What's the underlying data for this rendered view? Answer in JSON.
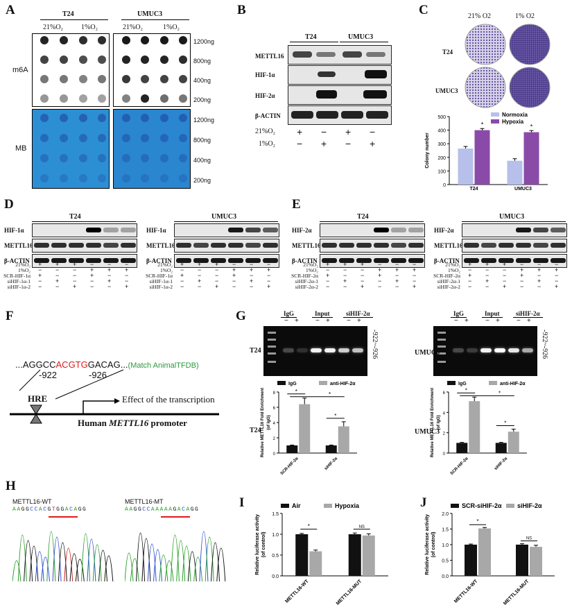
{
  "panels": {
    "A": {
      "letter": "A",
      "group_labels": [
        "T24",
        "UMUC3"
      ],
      "condition_labels": [
        "21%O₂",
        "1%O₂",
        "21%O₂",
        "1%O₂"
      ],
      "row_labels": [
        "m6A",
        "MB"
      ],
      "amounts": [
        "1200ng",
        "800ng",
        "400ng",
        "200ng"
      ]
    },
    "B": {
      "letter": "B",
      "group_labels": [
        "T24",
        "UMUC3"
      ],
      "proteins": [
        "METTL16",
        "HIF-1α",
        "HIF-2α",
        "β-ACTIN"
      ],
      "treat_labels": [
        "21%O₂",
        "1%O₂"
      ],
      "treat_signs": [
        [
          "+",
          "−",
          "+",
          "−"
        ],
        [
          "−",
          "+",
          "−",
          "+"
        ]
      ]
    },
    "C": {
      "letter": "C",
      "col_labels": [
        "21% O2",
        "1% O2"
      ],
      "row_labels": [
        "T24",
        "UMUC3"
      ],
      "chart_data": {
        "type": "bar",
        "categories": [
          "T24",
          "UMUC3"
        ],
        "series": [
          {
            "name": "Normoxia",
            "values": [
              265,
              175
            ],
            "errors": [
              15,
              15
            ],
            "color": "#b7c0ea"
          },
          {
            "name": "Hypoxia",
            "values": [
              400,
              385
            ],
            "errors": [
              12,
              12
            ],
            "color": "#8a4ba8"
          }
        ],
        "ylabel": "Colony number",
        "ylim": [
          0,
          500
        ],
        "yticks": [
          "0",
          "100",
          "200",
          "300",
          "400",
          "500"
        ],
        "annotations": [
          "*",
          "*"
        ]
      }
    },
    "D": {
      "letter": "D",
      "blots": [
        {
          "title": "T24",
          "proteins": [
            "HIF-1α",
            "METTL16",
            "β-ACTIN"
          ]
        },
        {
          "title": "UMUC3",
          "proteins": [
            "HIF-1α",
            "METTL16",
            "β-ACTIN"
          ]
        }
      ],
      "treat_labels": [
        "21%O₂",
        "1%O₂",
        "SCR-HIF-1α",
        "siHIF-1α-1",
        "siHIF-1α-2"
      ],
      "treat_signs": [
        [
          "+",
          "+",
          "+",
          "−",
          "−",
          "−"
        ],
        [
          "−",
          "−",
          "−",
          "+",
          "+",
          "+"
        ],
        [
          "+",
          "−",
          "−",
          "+",
          "−",
          "−"
        ],
        [
          "−",
          "+",
          "−",
          "−",
          "+",
          "−"
        ],
        [
          "−",
          "−",
          "+",
          "−",
          "−",
          "+"
        ]
      ]
    },
    "E": {
      "letter": "E",
      "blots": [
        {
          "title": "T24",
          "proteins": [
            "HIF-2α",
            "METTL16",
            "β-ACTIN"
          ]
        },
        {
          "title": "UMUC3",
          "proteins": [
            "HIF-2α",
            "METTL16",
            "β-ACTIN"
          ]
        }
      ],
      "treat_labels": [
        "21%O₂",
        "1%O₂",
        "SCR-HIF-2α",
        "siHIF-2α-1",
        "siHIF-2α-2"
      ],
      "treat_signs": [
        [
          "+",
          "+",
          "+",
          "−",
          "−",
          "−"
        ],
        [
          "−",
          "−",
          "−",
          "+",
          "+",
          "+"
        ],
        [
          "+",
          "−",
          "−",
          "+",
          "−",
          "−"
        ],
        [
          "−",
          "+",
          "−",
          "−",
          "+",
          "−"
        ],
        [
          "−",
          "−",
          "+",
          "−",
          "−",
          "+"
        ]
      ]
    },
    "F": {
      "letter": "F",
      "seq_prefix": "...AGGCC",
      "seq_core": "ACGTG",
      "seq_suffix": "GACAG...",
      "seq_note": "(Match AnimalTFDB)",
      "pos_left": "-922",
      "pos_right": "-926",
      "hre": "HRE",
      "effect": "Effect of the transcription",
      "promoter_prefix": "Human ",
      "promoter_gene": "METTL16",
      "promoter_suffix": " promoter"
    },
    "G": {
      "letter": "G",
      "lane_labels": [
        "IgG",
        "Input",
        "siHIF-2α"
      ],
      "lane_signs": [
        "−",
        "+",
        "−",
        "+"
      ],
      "gel_side": "-922~-926",
      "cells": [
        "T24",
        "UMUC3"
      ],
      "chart_data": [
        {
          "type": "bar",
          "cell": "T24",
          "categories": [
            "SCR-HIF-2α",
            "siHIF-2α"
          ],
          "series": [
            {
              "name": "IgG",
              "values": [
                1.0,
                1.0
              ],
              "errors": [
                0.05,
                0.05
              ],
              "color": "#111111"
            },
            {
              "name": "anti-HIF-2α",
              "values": [
                6.4,
                3.5
              ],
              "errors": [
                0.8,
                0.6
              ],
              "color": "#a8a8a8"
            }
          ],
          "ylabel": "Relative METTL16 Fold Enrichment (of IgG)",
          "ylim": [
            0,
            8
          ],
          "yticks": [
            "0",
            "2",
            "4",
            "6",
            "8"
          ]
        },
        {
          "type": "bar",
          "cell": "UMUC3",
          "categories": [
            "SCR-HIF-2α",
            "siHIF-2α"
          ],
          "series": [
            {
              "name": "IgG",
              "values": [
                1.0,
                1.0
              ],
              "errors": [
                0.05,
                0.05
              ],
              "color": "#111111"
            },
            {
              "name": "anti-HIF-2α",
              "values": [
                5.1,
                2.1
              ],
              "errors": [
                0.4,
                0.25
              ],
              "color": "#a8a8a8"
            }
          ],
          "ylabel": "Relative METTL16 Fold Enrichment (of IgG)",
          "ylim": [
            0,
            6
          ],
          "yticks": [
            "0",
            "2",
            "4",
            "6"
          ]
        }
      ]
    },
    "H": {
      "letter": "H",
      "traces": [
        {
          "title": "METTL16-WT",
          "bases": "AAGGCCACGTGGACAGG"
        },
        {
          "title": "METTL16-MT",
          "bases": "AAGGCCAAAAAGACAGG"
        }
      ]
    },
    "I": {
      "letter": "I",
      "chart_data": {
        "type": "bar",
        "categories": [
          "METTL16-WT",
          "METTL16-MUT"
        ],
        "series": [
          {
            "name": "Air",
            "values": [
              1.0,
              1.0
            ],
            "errors": [
              0.02,
              0.03
            ],
            "color": "#111111"
          },
          {
            "name": "Hypoxia",
            "values": [
              0.59,
              0.97
            ],
            "errors": [
              0.03,
              0.04
            ],
            "color": "#a8a8a8"
          }
        ],
        "ylabel": "Relative luciferase activity (of control)",
        "ylim": [
          0,
          1.5
        ],
        "yticks": [
          "0.0",
          "0.5",
          "1.0",
          "1.5"
        ],
        "annotations": [
          "*",
          "NS"
        ]
      }
    },
    "J": {
      "letter": "J",
      "chart_data": {
        "type": "bar",
        "categories": [
          "METTL16-WT",
          "METTL16-MUT"
        ],
        "series": [
          {
            "name": "SCR-siHIF-2α",
            "values": [
              1.0,
              1.0
            ],
            "errors": [
              0.02,
              0.03
            ],
            "color": "#111111"
          },
          {
            "name": "siHIF-2α",
            "values": [
              1.52,
              0.93
            ],
            "errors": [
              0.03,
              0.05
            ],
            "color": "#a8a8a8"
          }
        ],
        "ylabel": "Relative luciferase activity (of control)",
        "ylim": [
          0,
          2.0
        ],
        "yticks": [
          "0.0",
          "0.5",
          "1.0",
          "1.5",
          "2.0"
        ],
        "annotations": [
          "*",
          "NS"
        ]
      }
    }
  }
}
